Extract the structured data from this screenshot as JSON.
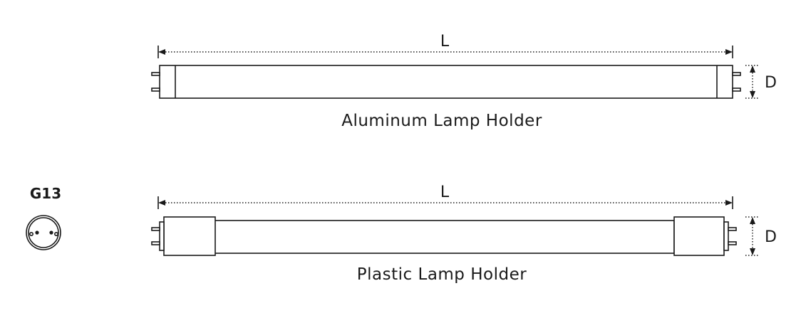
{
  "diagrams": [
    {
      "caption": "Aluminum Lamp Holder",
      "length_label": "L",
      "diameter_label": "D"
    },
    {
      "caption": "Plastic Lamp Holder",
      "length_label": "L",
      "diameter_label": "D"
    }
  ],
  "socket": {
    "label": "G13"
  }
}
